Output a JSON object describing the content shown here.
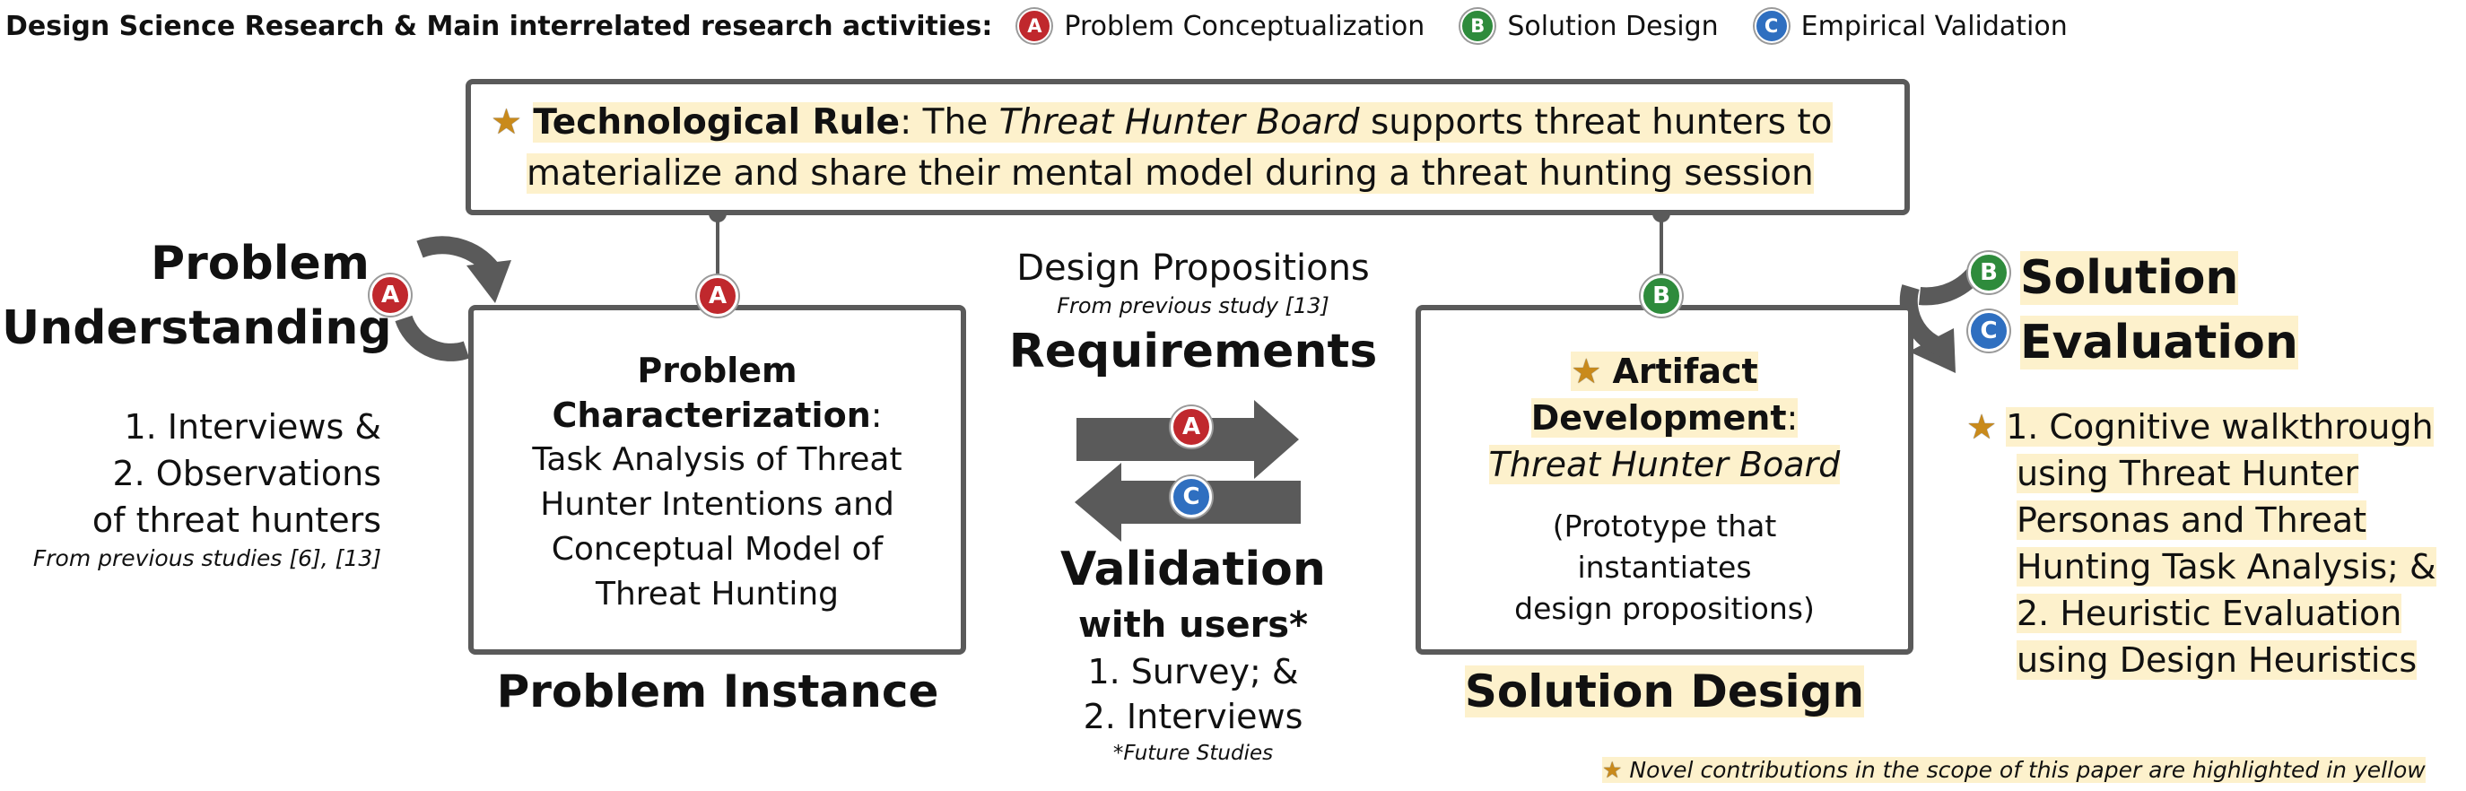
{
  "header": {
    "title": "Design Science Research & Main interrelated research activities:",
    "legend": [
      {
        "badge": "A",
        "label": "Problem Conceptualization",
        "color": "#c0282d"
      },
      {
        "badge": "B",
        "label": "Solution Design",
        "color": "#2e8b3c"
      },
      {
        "badge": "C",
        "label": "Empirical Validation",
        "color": "#2f6fc0"
      }
    ]
  },
  "tech_rule": {
    "bold": "Technological Rule",
    "text1": ": The ",
    "italic": "Threat Hunter Board",
    "text2": " supports threat hunters to",
    "line2": "materialize and share their mental model during a threat hunting session"
  },
  "problem_understanding": {
    "title_line1": "Problem",
    "title_line2": "Understanding",
    "items": [
      "1. Interviews &",
      "2. Observations",
      "of threat hunters"
    ],
    "note": "From previous studies [6], [13]"
  },
  "problem_box": {
    "title1": "Problem",
    "title2": "Characterization",
    "colon": ":",
    "lines": [
      "Task Analysis of Threat",
      "Hunter Intentions and",
      "Conceptual Model of",
      "Threat Hunting"
    ],
    "caption": "Problem Instance"
  },
  "center": {
    "design_prop": "Design Propositions",
    "design_prop_note": "From previous study [13]",
    "requirements": "Requirements",
    "validation": "Validation",
    "with_users": "with users*",
    "items": [
      "1. Survey; &",
      "2. Interviews"
    ],
    "future": "*Future Studies"
  },
  "solution_box": {
    "title1": "Artifact",
    "title2": "Development",
    "colon": ":",
    "italic": "Threat Hunter Board",
    "lines": [
      "(Prototype that",
      "instantiates",
      "design propositions)"
    ],
    "caption": "Solution Design"
  },
  "solution_eval": {
    "title_line1": "Solution",
    "title_line2": "Evaluation",
    "items": [
      "1. Cognitive walkthrough",
      "using Threat Hunter",
      "Personas and Threat",
      "Hunting Task Analysis; &",
      "2. Heuristic Evaluation",
      "using Design Heuristics"
    ]
  },
  "footer_note": "Novel contributions in the scope of this paper are highlighted in yellow",
  "badges": {
    "a": "A",
    "b": "B",
    "c": "C"
  },
  "icons": {
    "star": "★"
  },
  "colors": {
    "box_border": "#5a5a5a",
    "highlight": "#fdf1cc",
    "arrow": "#5a5a5a"
  }
}
